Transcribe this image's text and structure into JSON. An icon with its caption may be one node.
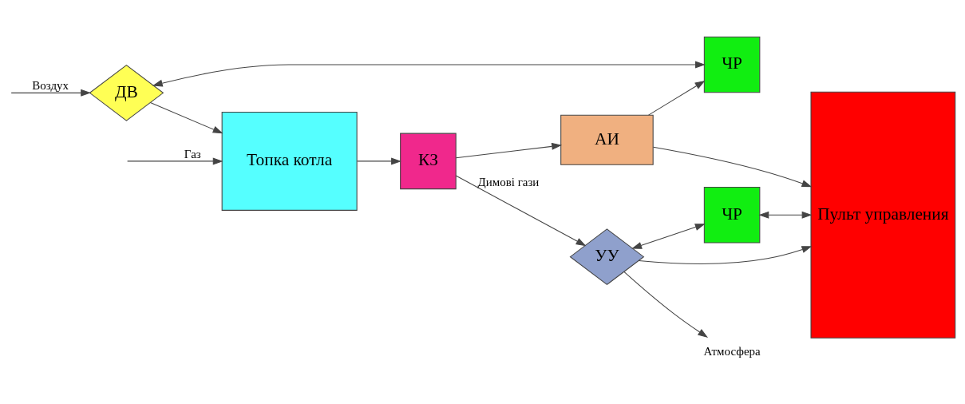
{
  "diagram": {
    "nodes": [
      {
        "text": [
          "Топка котла"
        ]
      },
      {
        "text": [
          "КЗ"
        ]
      },
      {
        "text": [
          "ДВ"
        ]
      },
      {
        "text": [
          "ЧР"
        ]
      },
      {
        "text": [
          "УУ"
        ]
      },
      {
        "text": [
          "ЧР"
        ]
      },
      {
        "text": [
          "АИ"
        ]
      },
      {
        "text": [
          "Пульт управления"
        ]
      },
      {
        "text": [
          "Атмосфера"
        ]
      }
    ],
    "edges": [
      {
        "from": null,
        "to": 0,
        "arrow": "to",
        "label": "Газ"
      },
      {
        "from": null,
        "to": 2,
        "arrow": "to",
        "label": "Воздух"
      },
      {
        "from": 2,
        "to": 0,
        "arrow": "to"
      },
      {
        "from": 0,
        "to": 1,
        "arrow": "to"
      },
      {
        "from": 1,
        "to": 4,
        "arrow": "to",
        "label": "Димові гази"
      },
      {
        "from": 4,
        "to": 8,
        "arrow": "to"
      },
      {
        "from": 4,
        "to": 7,
        "arrow": "to"
      },
      {
        "from": 4,
        "to": 5,
        "arrow": "both"
      },
      {
        "from": 5,
        "to": 7,
        "arrow": "both"
      },
      {
        "from": 2,
        "to": 3,
        "arrow": "both"
      },
      {
        "from": 1,
        "to": 6,
        "arrow": "to"
      },
      {
        "from": 6,
        "to": 3,
        "arrow": "to"
      },
      {
        "from": 6,
        "to": 7,
        "arrow": "to"
      }
    ]
  }
}
